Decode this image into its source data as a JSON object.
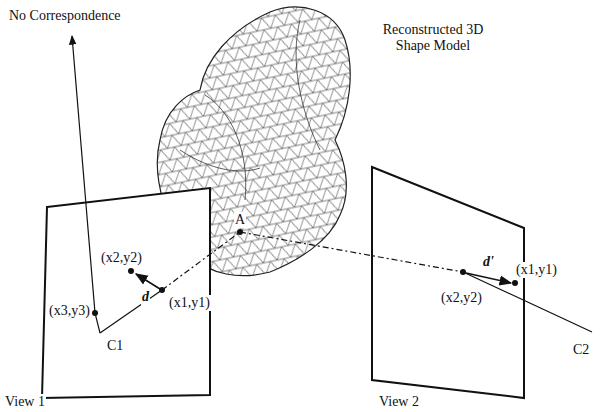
{
  "diagram": {
    "labels": [
      "No Correspondence",
      "Reconstructed 3D Shape Model",
      "A",
      "(x2,y2)",
      "d",
      "(x1,y1)",
      "(x3,y3)",
      "C1",
      "View 1",
      "(x2,y2)",
      "d'",
      "(x1,y1)",
      "C2",
      "View 2"
    ]
  }
}
